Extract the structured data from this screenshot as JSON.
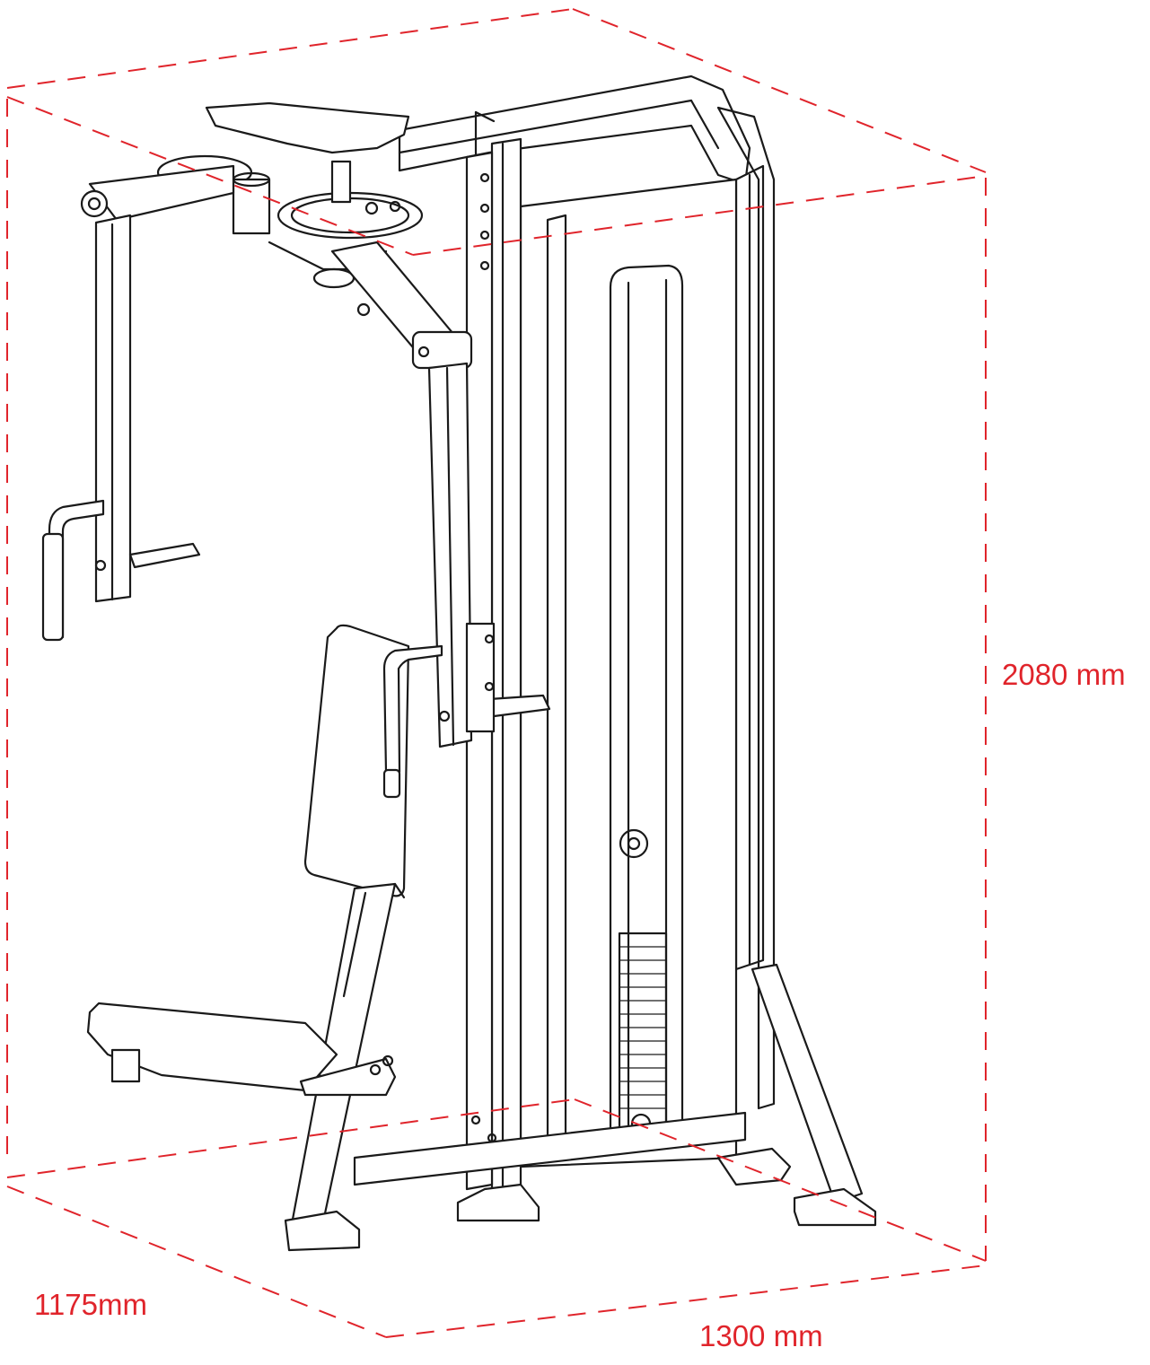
{
  "dimensions": {
    "height": "2080 mm",
    "depth": "1175mm",
    "width": "1300 mm"
  },
  "colors": {
    "dimension": "#e0242b",
    "line": "#1a1a1a",
    "background": "#ffffff"
  }
}
